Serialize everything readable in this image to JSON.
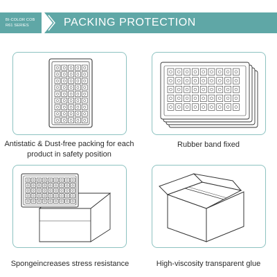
{
  "header": {
    "series_line1": "BI-COLOR COB",
    "series_line2": "R61 SERIES",
    "title": "PACKING PROTECTION"
  },
  "panels": [
    {
      "caption": "Antistatic & Dust-free packing for each product in safety position",
      "illustration": "single-tray-icon"
    },
    {
      "caption": "Rubber band fixed",
      "illustration": "stacked-trays-icon"
    },
    {
      "caption": "Spongeincreases stress resistance",
      "illustration": "tray-on-box-icon"
    },
    {
      "caption": "High-viscosity transparent glue",
      "illustration": "sealed-box-icon"
    }
  ],
  "colors": {
    "accent": "#5fa7a6",
    "border": "#8cc2c0",
    "line": "#333333"
  }
}
